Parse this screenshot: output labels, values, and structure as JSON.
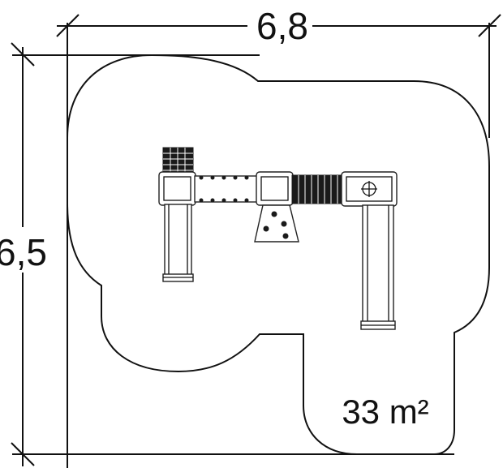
{
  "dimensions": {
    "width_label": "6,8",
    "height_label": "6,5"
  },
  "area_label": "33 m²",
  "units": "m",
  "equipment": {
    "towers": 3,
    "slides": 2,
    "climbing_wall_holds": 4
  }
}
